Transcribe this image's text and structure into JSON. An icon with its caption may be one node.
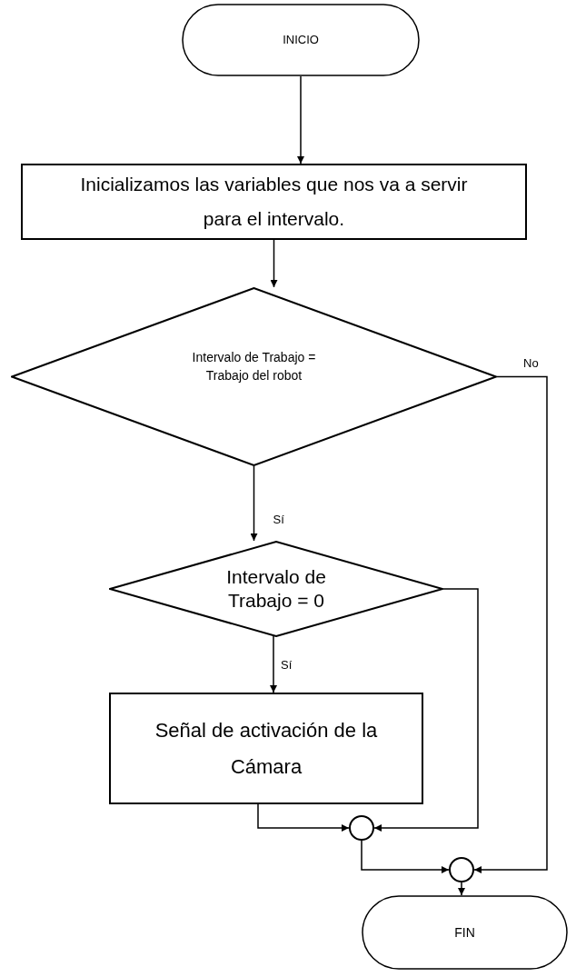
{
  "diagram": {
    "nodes": [
      {
        "text": [
          "INICIO"
        ]
      },
      {
        "text": [
          "Inicializamos  las variables que nos va a servir para el intervalo."
        ]
      },
      {
        "text": [
          "Intervalo de Trabajo = Trabajo del robot"
        ]
      },
      {
        "text": [
          "Intervalo de Trabajo = 0"
        ]
      },
      {
        "text": [
          "Señal de activación de la Cámara"
        ]
      },
      {
        "text": [],
        "shape": "circle"
      },
      {
        "text": [],
        "shape": "circle"
      },
      {
        "text": [
          "FIN"
        ]
      }
    ],
    "edges": [
      {
        "from": 0,
        "to": 1,
        "arrow": "to"
      },
      {
        "from": 1,
        "to": 2,
        "arrow": "to"
      },
      {
        "from": 2,
        "to": 3,
        "arrow": "to",
        "label": "Sí"
      },
      {
        "from": 2,
        "to": 6,
        "arrow": "to",
        "label": "No"
      },
      {
        "from": 3,
        "to": 4,
        "arrow": "to",
        "label": "Sí"
      },
      {
        "from": 3,
        "to": 5,
        "arrow": "to"
      },
      {
        "from": 4,
        "to": 5,
        "arrow": "to"
      },
      {
        "from": 5,
        "to": 6,
        "arrow": "to"
      },
      {
        "from": 6,
        "to": 7,
        "arrow": "to"
      }
    ]
  }
}
